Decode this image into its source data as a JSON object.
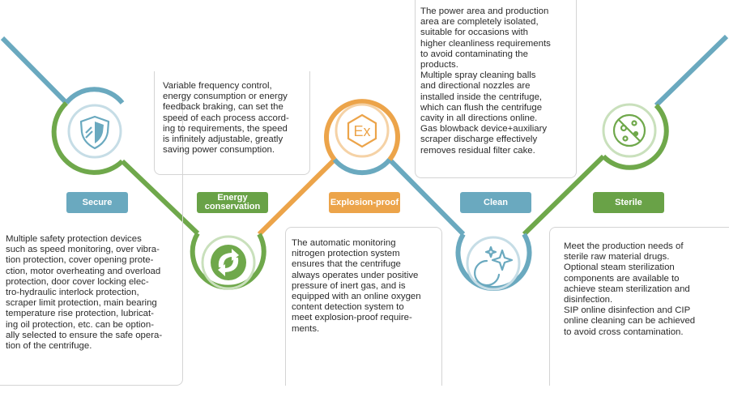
{
  "colors": {
    "blue": "#6aa9bf",
    "green": "#6fa84b",
    "orange": "#eca44a",
    "tag_blue": "#6aa9bf",
    "tag_green": "#69a247",
    "tag_orange": "#eca44a"
  },
  "features": [
    {
      "tag": "Secure",
      "icon": "shield-icon",
      "lines": [
        "Multiple safety protection devices",
        "such as speed monitoring, over vibra-",
        "tion protection, cover opening prote-",
        "ction, motor overheating and overload",
        "protection, door cover locking elec-",
        "tro-hydraulic interlock protection,",
        "scraper limit protection, main bearing",
        "temperature rise protection, lubricat-",
        "ing oil protection, etc. can be option-",
        "ally selected to ensure the safe opera-",
        "tion of the centrifuge."
      ]
    },
    {
      "tag_lines": [
        "Energy",
        "conservation"
      ],
      "icon": "recycle-arrows-icon",
      "lines": [
        "Variable frequency control,",
        "energy consumption or energy",
        "feedback braking, can set the",
        "speed of each process accord-",
        "ing to requirements, the speed",
        "is infinitely adjustable, greatly",
        "saving power consumption."
      ]
    },
    {
      "tag": "Explosion-proof",
      "icon": "ex-badge-icon",
      "icon_text": "Ex",
      "lines": [
        "The automatic monitoring",
        "nitrogen protection system",
        "ensures that the centrifuge",
        "always operates under positive",
        "pressure of inert gas, and is",
        "equipped with an online oxygen",
        "content detection system to",
        "meet explosion-proof require-",
        "ments."
      ]
    },
    {
      "tag": "Clean",
      "icon": "sparkle-icon",
      "lines": [
        "The power area and production",
        "area are completely isolated,",
        "suitable for occasions with",
        "higher cleanliness requirements",
        "to avoid contaminating the",
        "products.",
        "Multiple spray cleaning balls",
        "and directional nozzles are",
        "installed inside the centrifuge,",
        "which can flush the centrifuge",
        "cavity in all directions online.",
        "Gas blowback device+auxiliary",
        "scraper discharge effectively",
        "removes residual filter cake."
      ]
    },
    {
      "tag": "Sterile",
      "icon": "no-bacteria-icon",
      "lines": [
        "Meet the production needs of",
        "sterile raw material drugs.",
        "Optional steam sterilization",
        "components are available to",
        "achieve steam sterilization and",
        "disinfection.",
        "SIP online disinfection and CIP",
        "online cleaning can be achieved",
        "to avoid cross contamination."
      ]
    }
  ]
}
